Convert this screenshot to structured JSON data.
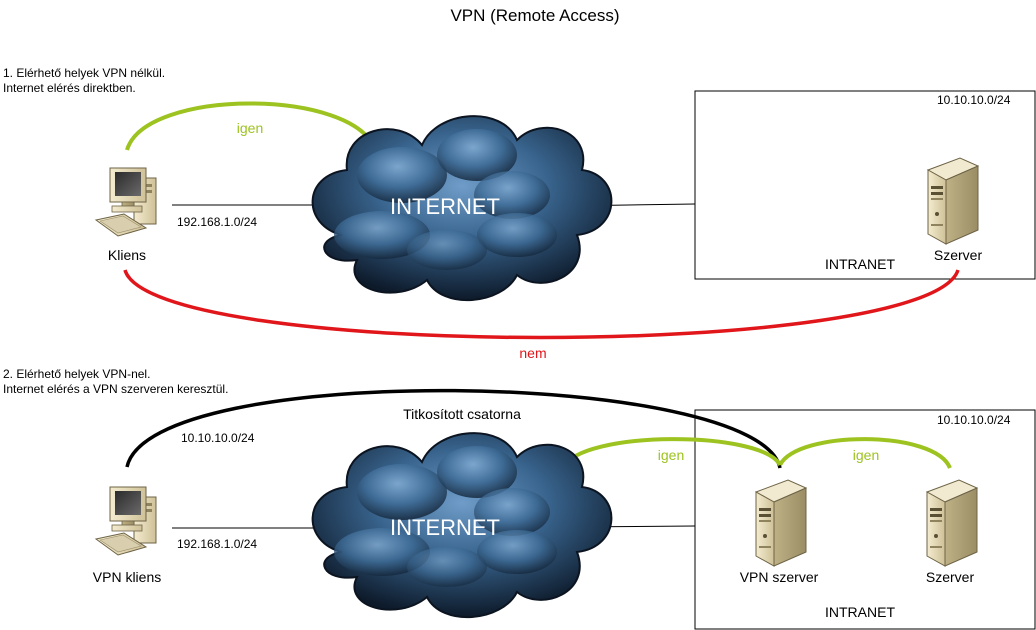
{
  "title": "VPN (Remote Access)",
  "section1": {
    "caption_line1": "1. Elérhető helyek VPN nélkül.",
    "caption_line2": "Internet elérés direktben.",
    "client_label": "Kliens",
    "client_subnet": "192.168.1.0/24",
    "cloud_label": "INTERNET",
    "intranet_subnet": "10.10.10.0/24",
    "intranet_label": "INTRANET",
    "server_label": "Szerver",
    "reach_yes": "igen",
    "reach_no": "nem"
  },
  "section2": {
    "caption_line1": "2. Elérhető helyek VPN-nel.",
    "caption_line2": "Internet elérés a VPN szerveren keresztül.",
    "client_label": "VPN kliens",
    "client_subnet": "192.168.1.0/24",
    "tunnel_subnet": "10.10.10.0/24",
    "tunnel_label": "Titkosított csatorna",
    "cloud_label": "INTERNET",
    "intranet_subnet": "10.10.10.0/24",
    "intranet_label": "INTRANET",
    "vpn_server_label": "VPN szerver",
    "server_label": "Szerver",
    "reach_yes_left": "igen",
    "reach_yes_right": "igen"
  },
  "colors": {
    "yes": "#9cc31f",
    "no": "#e0161b",
    "tunnel": "#000000",
    "cloud_dark": "#0d1a2a",
    "cloud_light": "#6f9cc8"
  },
  "icons": {
    "client": "desktop-computer-icon",
    "server": "tower-server-icon",
    "network": "internet-cloud-icon"
  }
}
